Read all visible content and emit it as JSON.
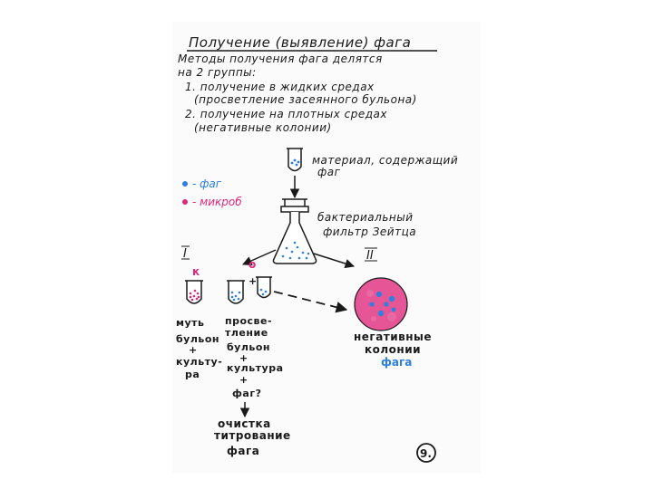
{
  "title": "Получение (выявление) фага",
  "intro": [
    "Методы получения фага делятся",
    "на 2 группы:"
  ],
  "methods": [
    "1. получение в жидких средах",
    "(просветление засеянного бульона)",
    "2. получение на плотных средах",
    "(негативные колонии)"
  ],
  "source_label": [
    "материал, содержащий",
    "фаг"
  ],
  "filter_label": [
    "бактериальный",
    "фильтр Зейтца"
  ],
  "legend": {
    "phage": "- фаг",
    "microbe": "- микроб",
    "phage_color": "#2d7fe0",
    "microbe_color": "#e0287a"
  },
  "branch_left": "I",
  "branch_right": "II",
  "tube_control": "к",
  "tube_experiment": "о",
  "turbid_label": [
    "муть",
    "бульон",
    "+",
    "культу-",
    "ра"
  ],
  "clear_label": [
    "просве-",
    "тление",
    "бульон",
    "+",
    "культура",
    "+",
    "фаг?"
  ],
  "final_label": [
    "очистка",
    "титрование",
    "фага"
  ],
  "colony_label": [
    "негативные",
    "колонии"
  ],
  "colony_phage": "фага",
  "page_number": "9."
}
